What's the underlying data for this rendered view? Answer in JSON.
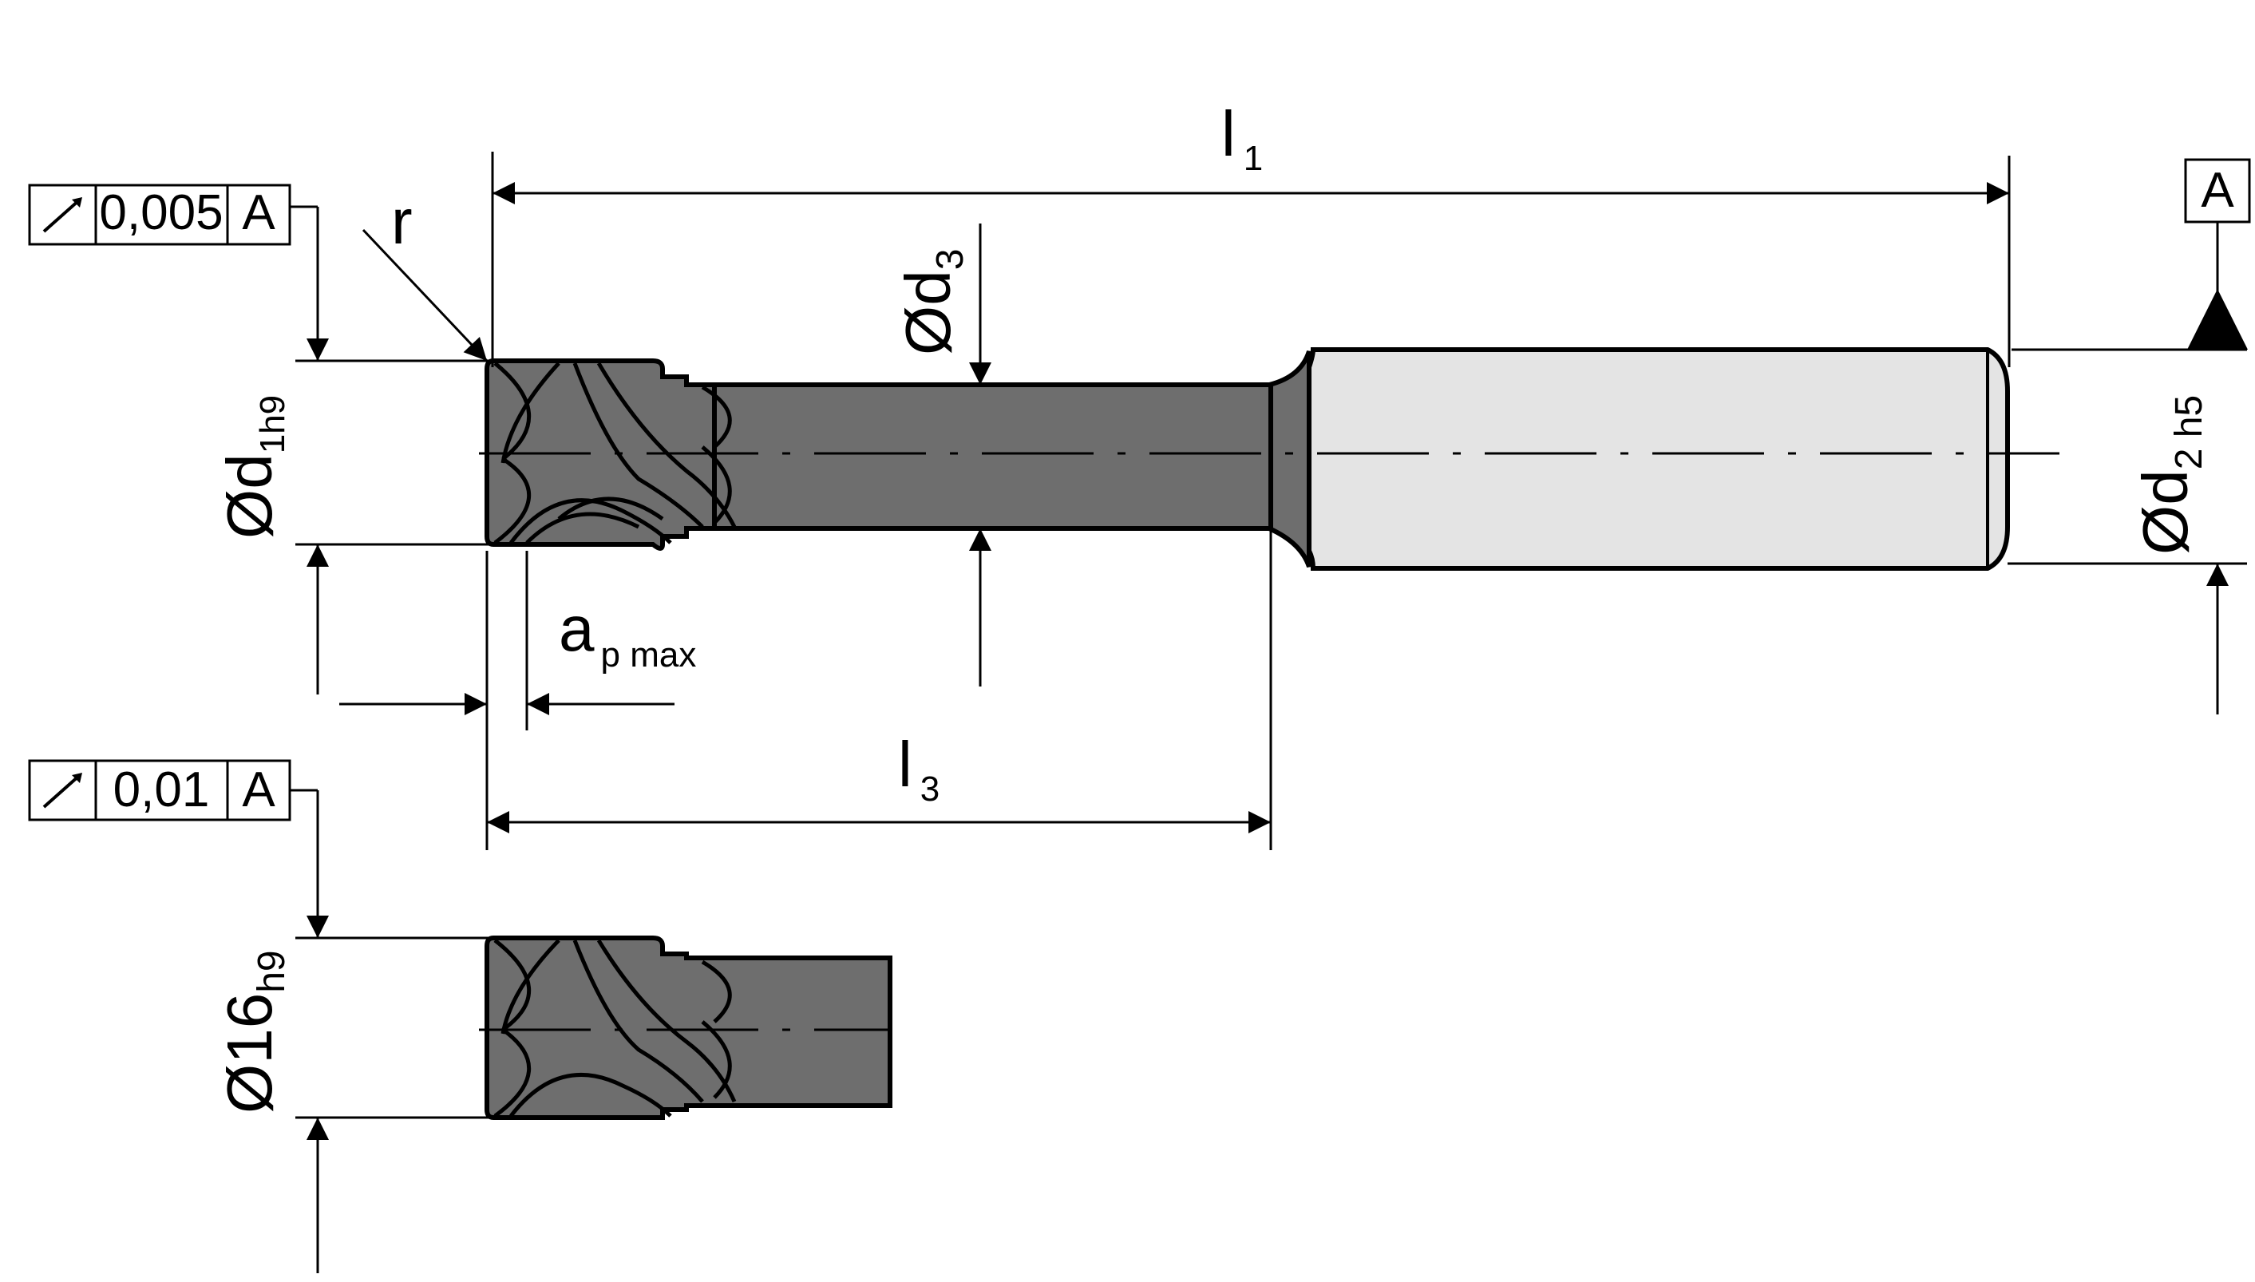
{
  "tolerance_frames": [
    {
      "symbol": "circular-runout-arrow",
      "value": "0,005",
      "datum": "A"
    },
    {
      "symbol": "circular-runout-arrow",
      "value": "0,01",
      "datum": "A"
    }
  ],
  "datum_label": "A",
  "dimensions": {
    "l1": {
      "main": "l",
      "sub": "1"
    },
    "l3": {
      "main": "l",
      "sub": "3"
    },
    "r": {
      "main": "r"
    },
    "d3": {
      "main": "Ød",
      "sub": "3"
    },
    "d1": {
      "main": "Ød",
      "sub": "1h9"
    },
    "d2": {
      "main": "Ød",
      "sub": "2 h5"
    },
    "ap": {
      "main": "a",
      "sub": "p max"
    },
    "d16": {
      "main": "Ø16",
      "sub": "h9"
    }
  },
  "colors": {
    "line": "#000000",
    "cutter_body": "#6e6e6e",
    "shank": "#e4e4e4"
  }
}
